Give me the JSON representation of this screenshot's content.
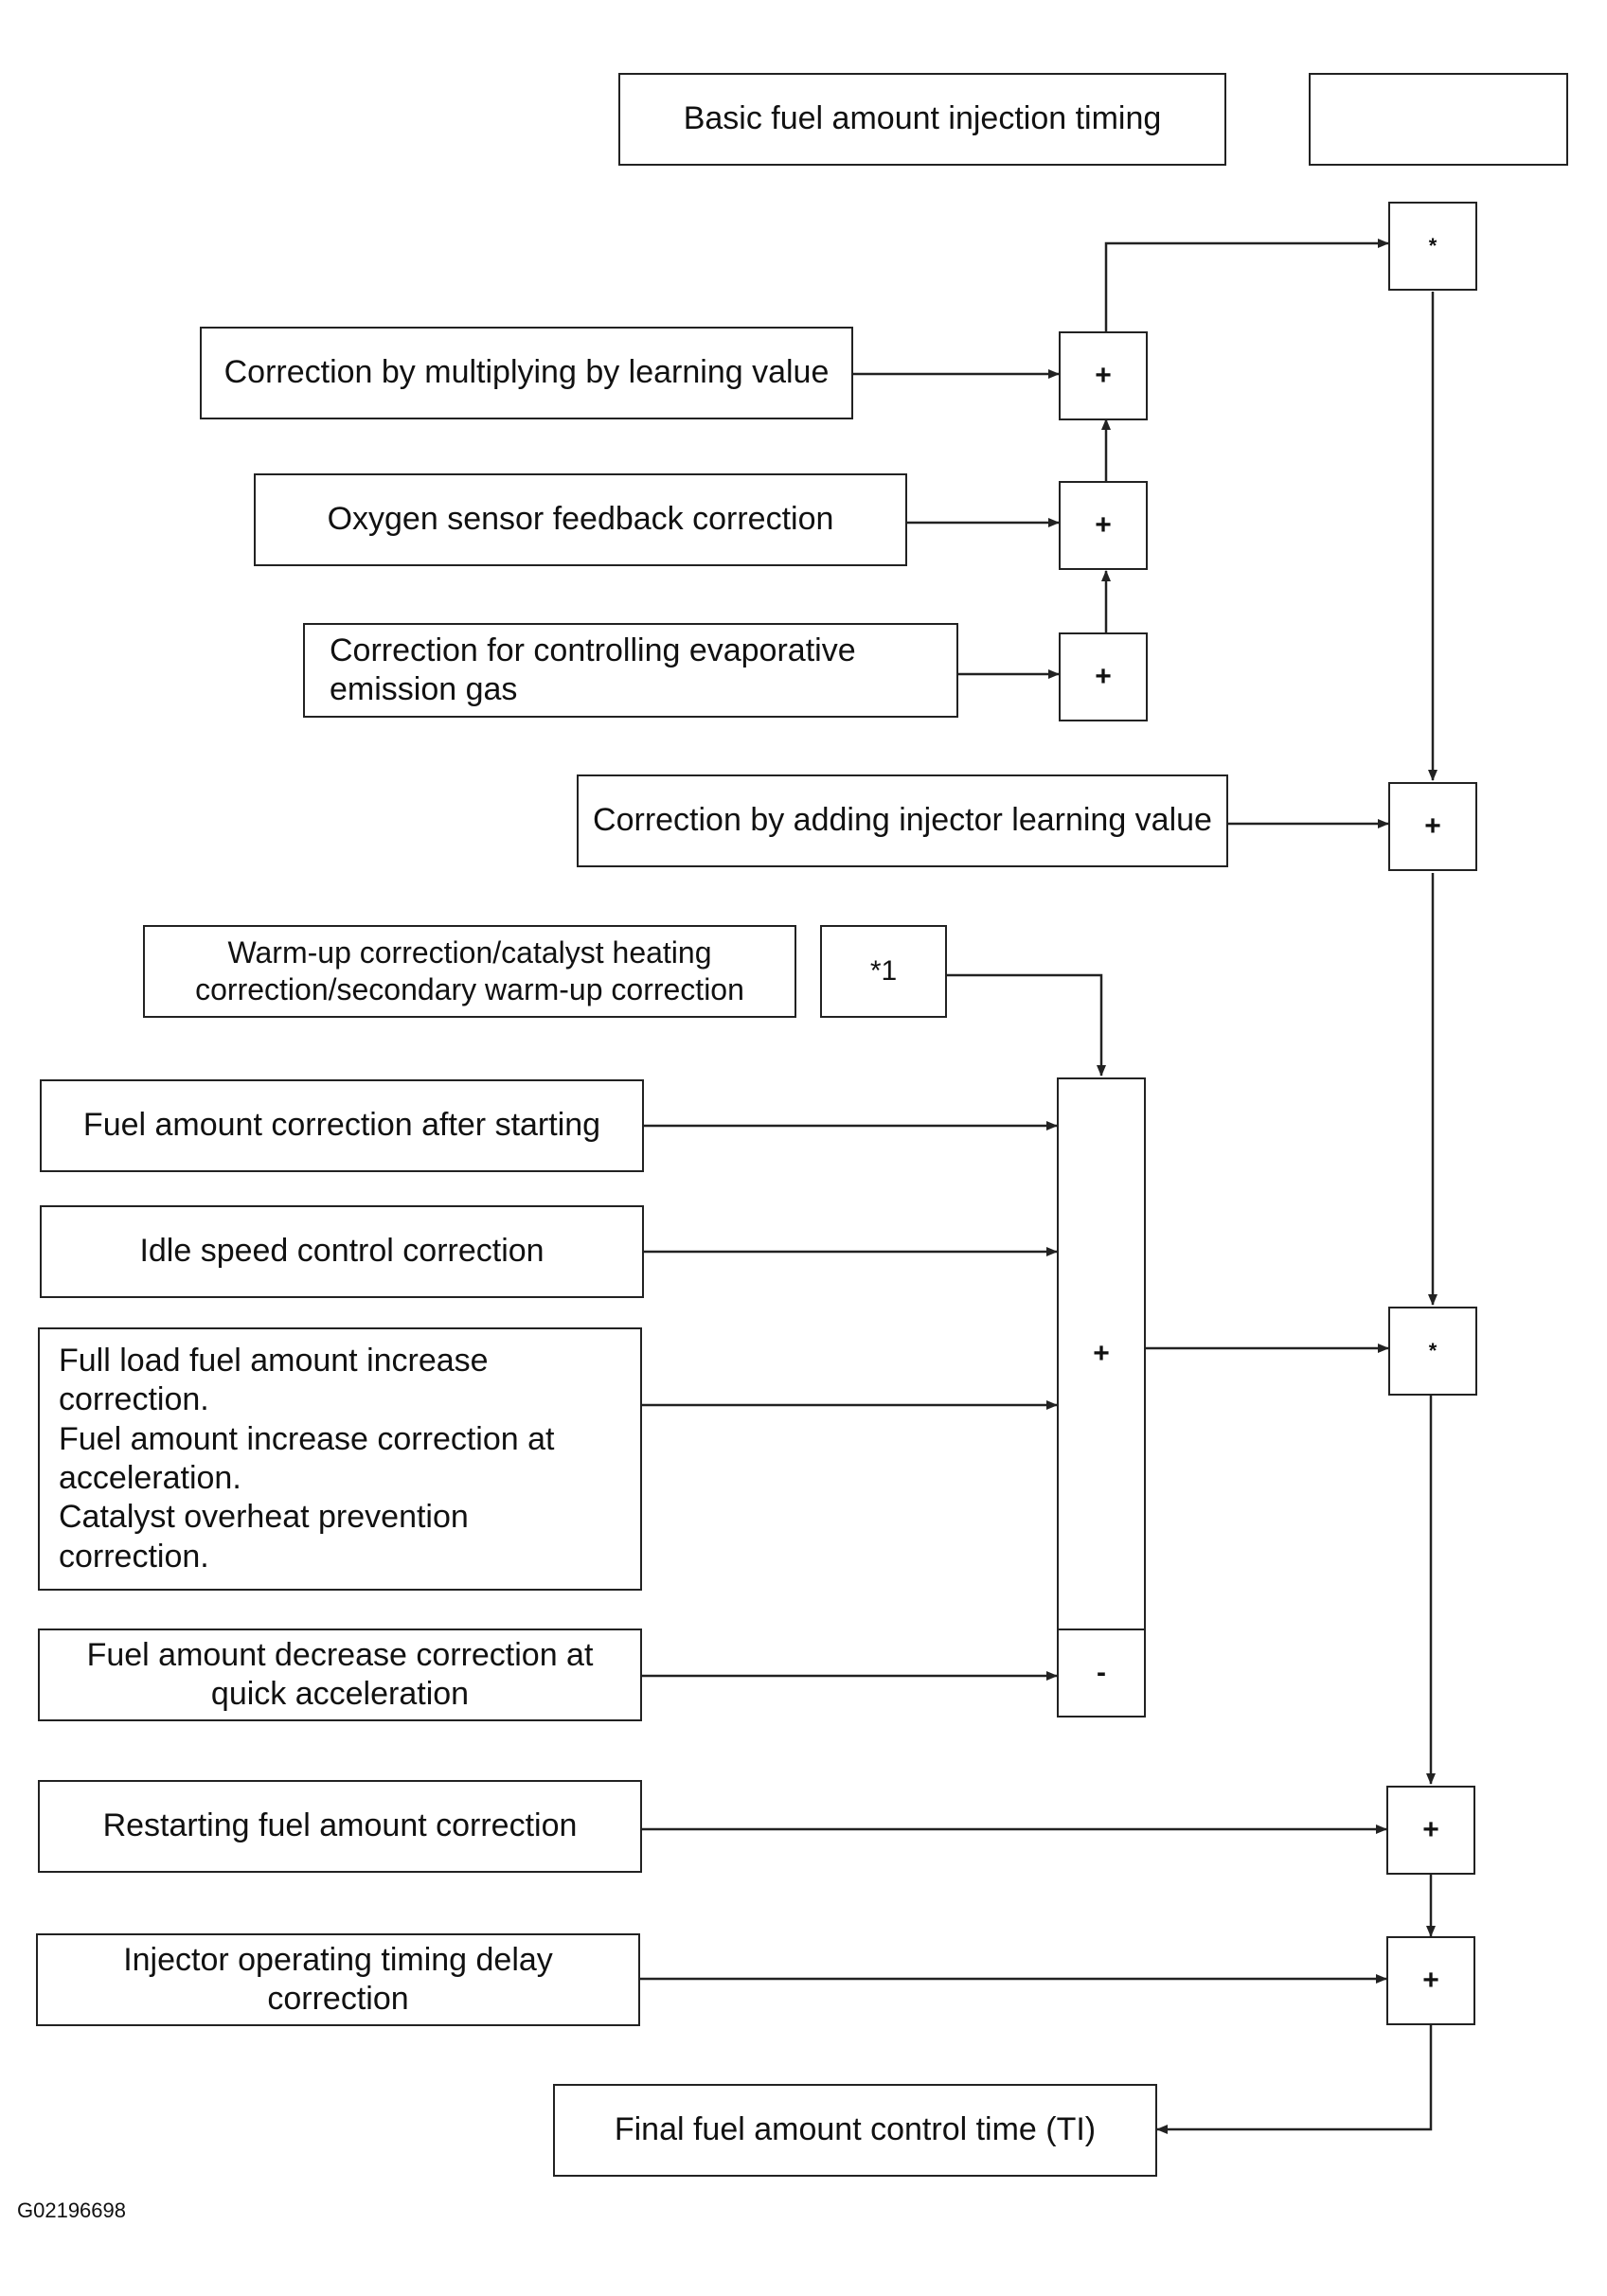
{
  "blocks": {
    "basic_fuel": "Basic fuel amount injection timing",
    "blank_box": "",
    "learning_multiply": "Correction by multiplying by learning value",
    "oxygen_feedback": "Oxygen sensor feedback correction",
    "evap_emission": "Correction for controlling evaporative\nemission gas",
    "injector_learning": "Correction by adding injector learning value",
    "warmup": "Warm-up correction/catalyst heating\ncorrection/secondary warm-up correction",
    "note_ref": "*1",
    "after_starting": "Fuel amount correction after starting",
    "idle_speed": "Idle speed control correction",
    "full_load": "Full load fuel amount increase\ncorrection.\nFuel amount increase correction at\nacceleration.\nCatalyst overheat prevention\ncorrection.",
    "quick_accel": "Fuel amount decrease correction at\nquick acceleration",
    "restarting": "Restarting fuel amount correction",
    "injector_delay": "Injector operating timing delay\ncorrection",
    "final": "Final fuel amount control time (TI)"
  },
  "operators": {
    "multiply": "*",
    "plus": "+",
    "minus": "-"
  },
  "figure_code": "G02196698"
}
